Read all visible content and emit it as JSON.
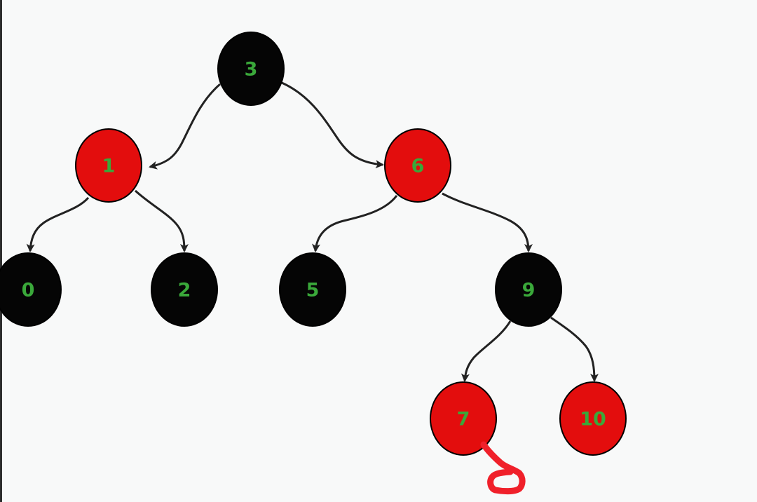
{
  "tree": {
    "nodes": [
      {
        "id": "n3",
        "label": "3",
        "color": "black"
      },
      {
        "id": "n1",
        "label": "1",
        "color": "red"
      },
      {
        "id": "n6",
        "label": "6",
        "color": "red"
      },
      {
        "id": "n0",
        "label": "0",
        "color": "black"
      },
      {
        "id": "n2",
        "label": "2",
        "color": "black"
      },
      {
        "id": "n5",
        "label": "5",
        "color": "black"
      },
      {
        "id": "n9",
        "label": "9",
        "color": "black"
      },
      {
        "id": "n7",
        "label": "7",
        "color": "red"
      },
      {
        "id": "n10",
        "label": "10",
        "color": "red"
      }
    ],
    "edges": [
      {
        "from": "n3",
        "to": "n1"
      },
      {
        "from": "n3",
        "to": "n6"
      },
      {
        "from": "n1",
        "to": "n0"
      },
      {
        "from": "n1",
        "to": "n2"
      },
      {
        "from": "n6",
        "to": "n5"
      },
      {
        "from": "n6",
        "to": "n9"
      },
      {
        "from": "n9",
        "to": "n7"
      },
      {
        "from": "n9",
        "to": "n10"
      }
    ],
    "nil_marker": {
      "parent": "n7"
    }
  },
  "colors": {
    "red_fill": "#e30d0d",
    "black_fill": "#050505",
    "label_text": "#3aa83a",
    "edge": "#222222",
    "nil_marker": "#f0202a"
  }
}
